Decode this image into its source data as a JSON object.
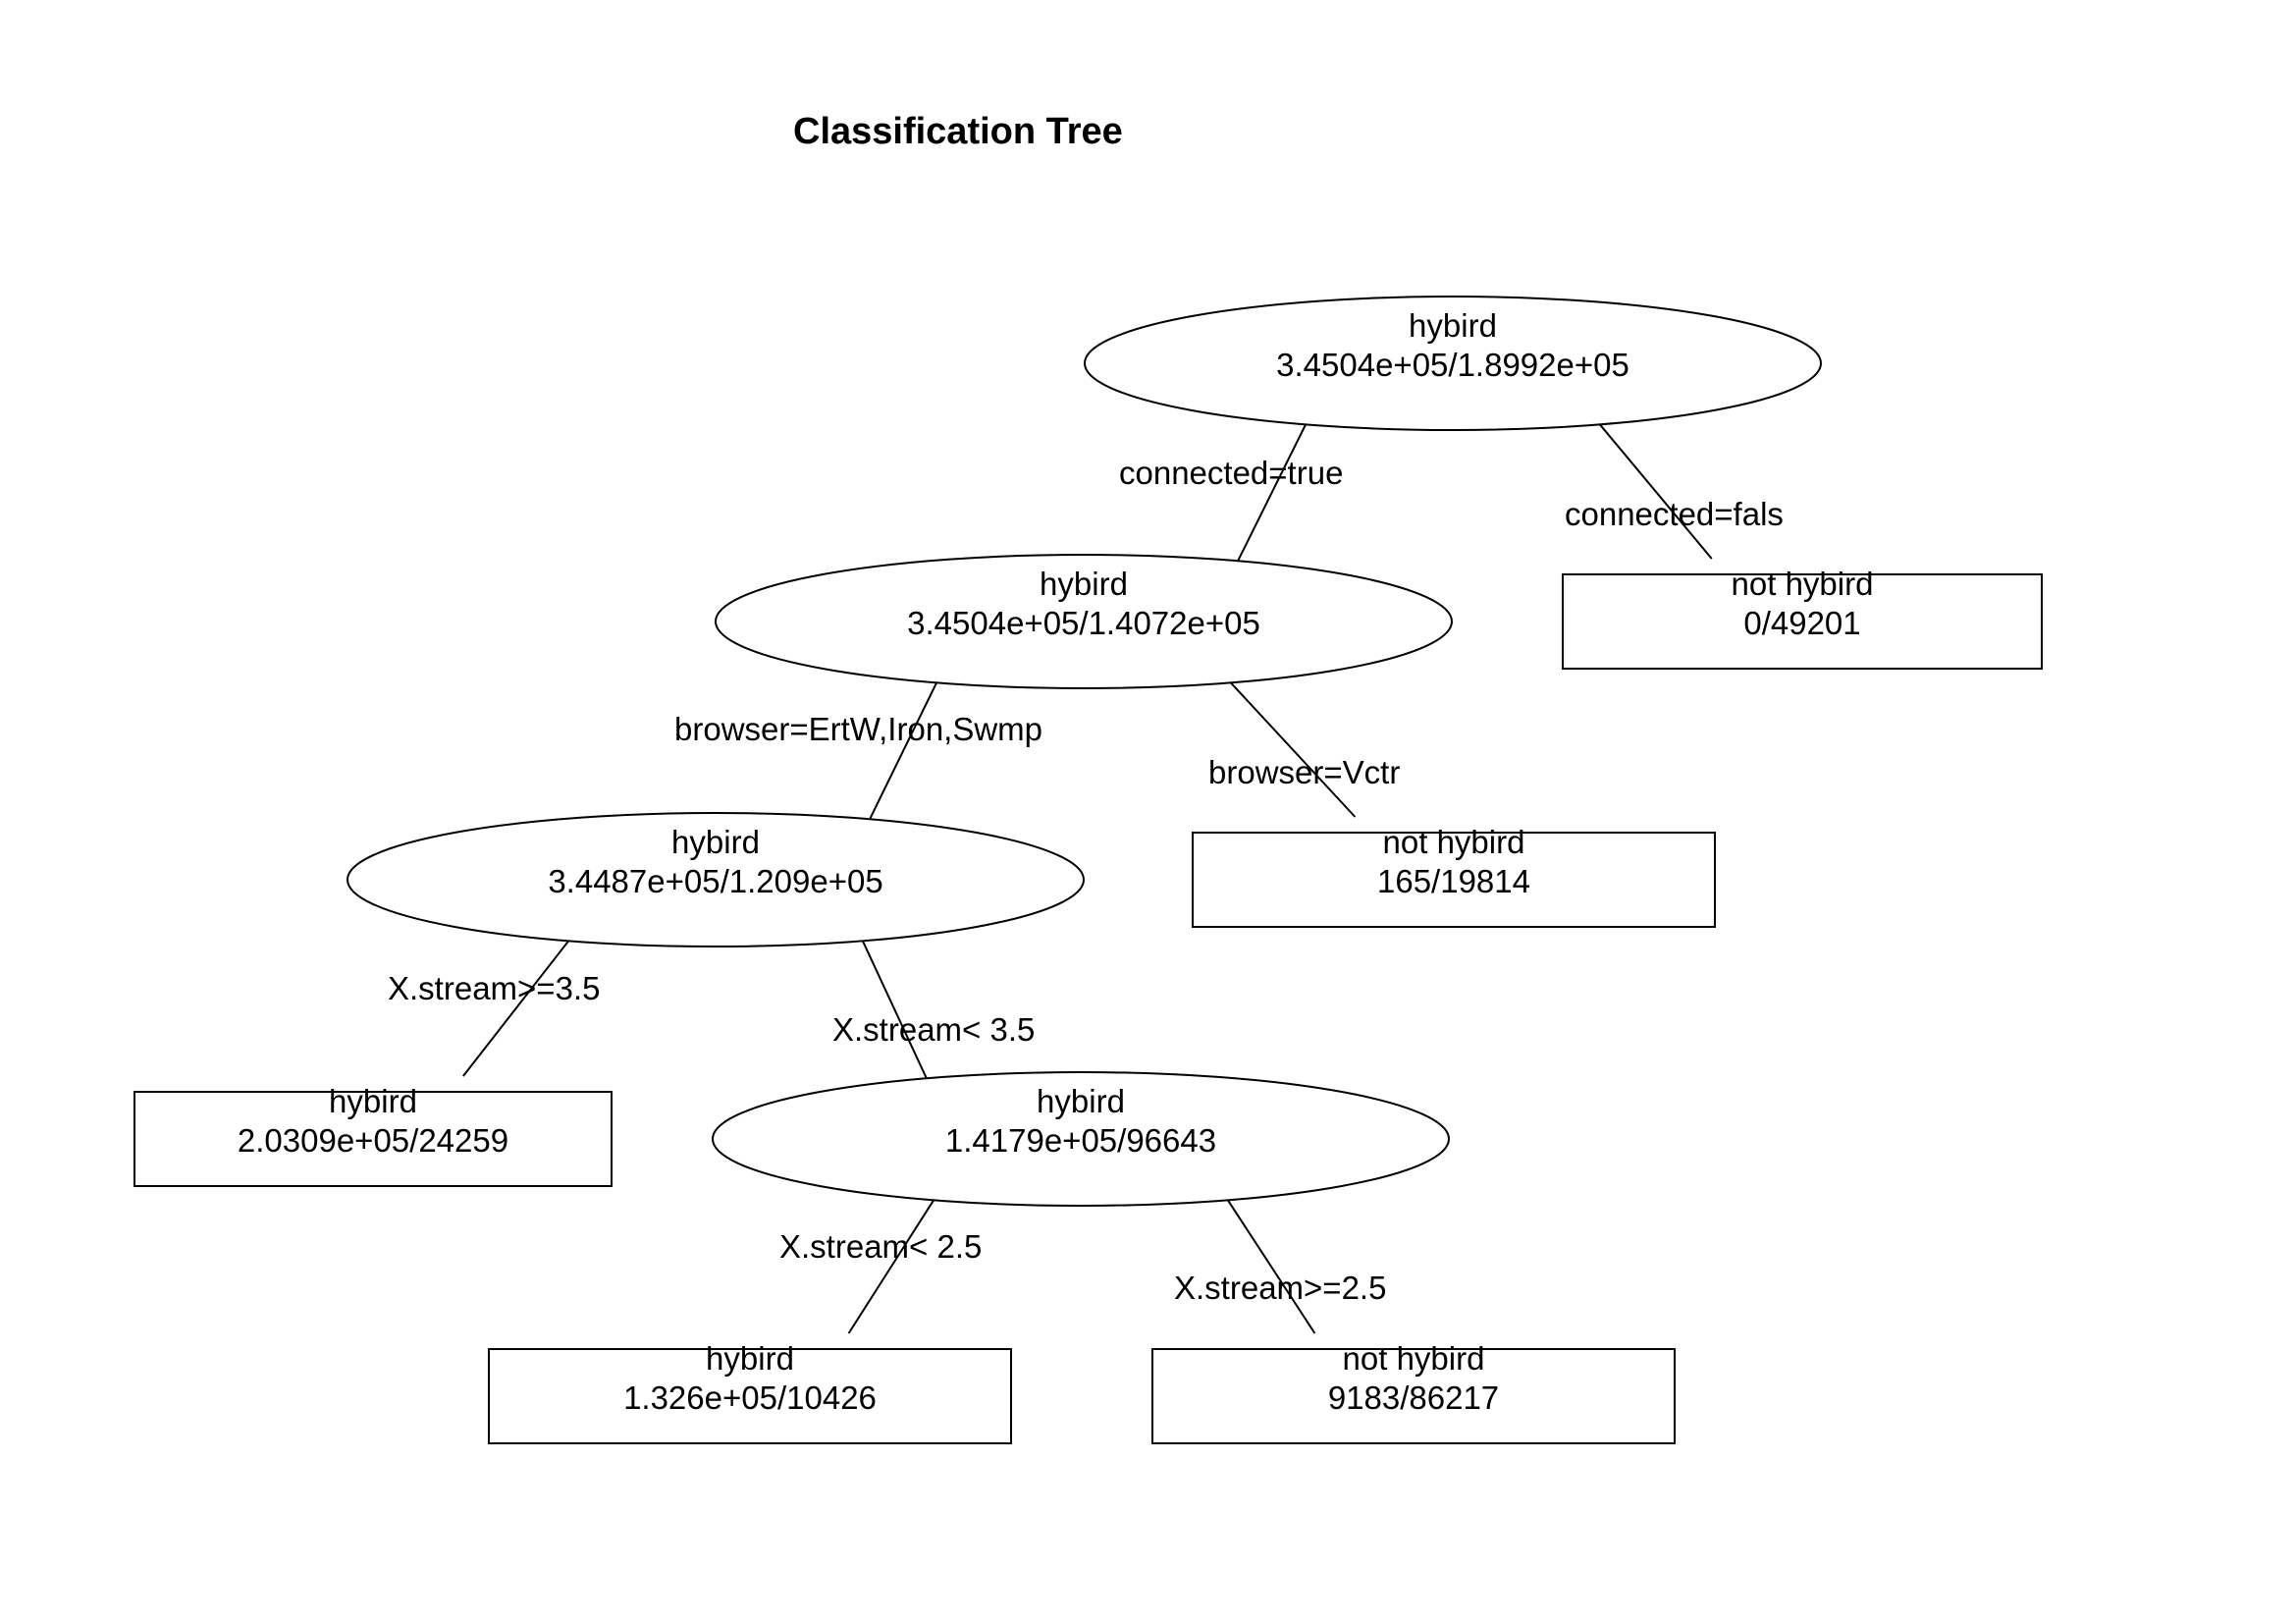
{
  "diagram": {
    "title": "Classification Tree",
    "nodes": [
      {
        "id": "n1",
        "shape": "ellipse",
        "label": "hybird",
        "counts": "3.4504e+05/1.8992e+05"
      },
      {
        "id": "n2",
        "shape": "ellipse",
        "label": "hybird",
        "counts": "3.4504e+05/1.4072e+05"
      },
      {
        "id": "n3",
        "shape": "box",
        "label": "not hybird",
        "counts": "0/49201"
      },
      {
        "id": "n4",
        "shape": "ellipse",
        "label": "hybird",
        "counts": "3.4487e+05/1.209e+05"
      },
      {
        "id": "n5",
        "shape": "box",
        "label": "not hybird",
        "counts": "165/19814"
      },
      {
        "id": "n6",
        "shape": "box",
        "label": "hybird",
        "counts": "2.0309e+05/24259"
      },
      {
        "id": "n7",
        "shape": "ellipse",
        "label": "hybird",
        "counts": "1.4179e+05/96643"
      },
      {
        "id": "n8",
        "shape": "box",
        "label": "hybird",
        "counts": "1.326e+05/10426"
      },
      {
        "id": "n9",
        "shape": "box",
        "label": "not hybird",
        "counts": "9183/86217"
      }
    ],
    "edges": [
      {
        "from": "n1",
        "to": "n2",
        "label": "connected=true"
      },
      {
        "from": "n1",
        "to": "n3",
        "label": "connected=fals"
      },
      {
        "from": "n2",
        "to": "n4",
        "label": "browser=ErtW,Iron,Swmp"
      },
      {
        "from": "n2",
        "to": "n5",
        "label": "browser=Vctr"
      },
      {
        "from": "n4",
        "to": "n6",
        "label": "X.stream>=3.5"
      },
      {
        "from": "n4",
        "to": "n7",
        "label": "X.stream< 3.5"
      },
      {
        "from": "n7",
        "to": "n8",
        "label": "X.stream< 2.5"
      },
      {
        "from": "n7",
        "to": "n9",
        "label": "X.stream>=2.5"
      }
    ]
  }
}
